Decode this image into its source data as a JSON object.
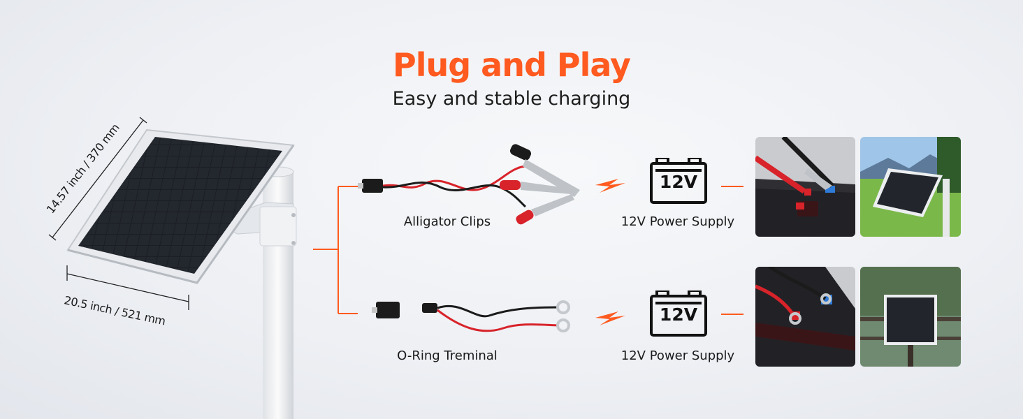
{
  "header": {
    "title": "Plug and Play",
    "subtitle": "Easy and stable charging"
  },
  "panel": {
    "height_label": "14.57 inch / 370 mm",
    "width_label": "20.5 inch / 521 mm"
  },
  "rows": [
    {
      "cable_label": "Alligator Clips",
      "supply_label": "12V Power Supply",
      "battery_text": "12V"
    },
    {
      "cable_label": "O-Ring Treminal",
      "supply_label": "12V Power Supply",
      "battery_text": "12V"
    }
  ],
  "colors": {
    "accent": "#ff5a1f",
    "text": "#1a1a1a",
    "wire_red": "#d8232a",
    "wire_black": "#1b1b1b"
  },
  "icons": [
    "bolt-icon",
    "battery-icon"
  ]
}
